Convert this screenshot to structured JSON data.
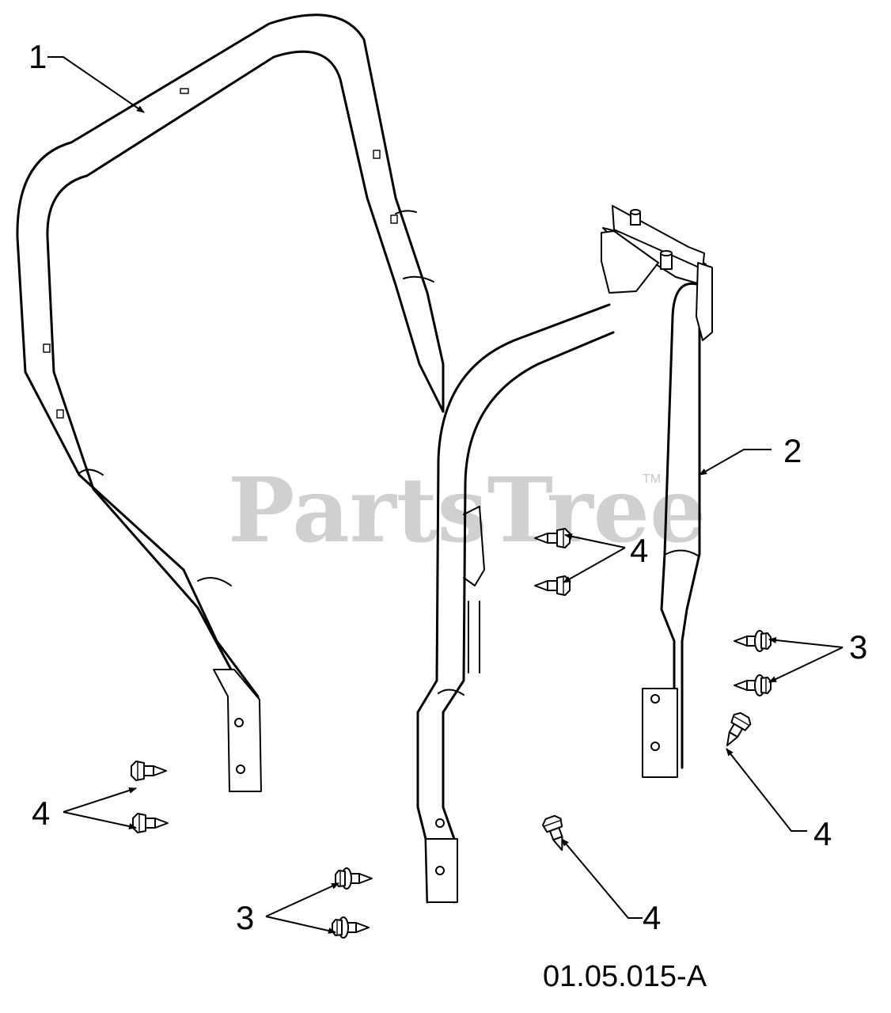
{
  "watermark": {
    "brand": "PartsTree",
    "trademark": "TM"
  },
  "drawing_code": "01.05.015-A",
  "callouts": {
    "part_1": "1",
    "part_2": "2",
    "part_3_right": "3",
    "part_3_bottom": "3",
    "part_4_upper_middle": "4",
    "part_4_lower_left": "4",
    "part_4_right": "4",
    "part_4_bottom_middle": "4"
  }
}
